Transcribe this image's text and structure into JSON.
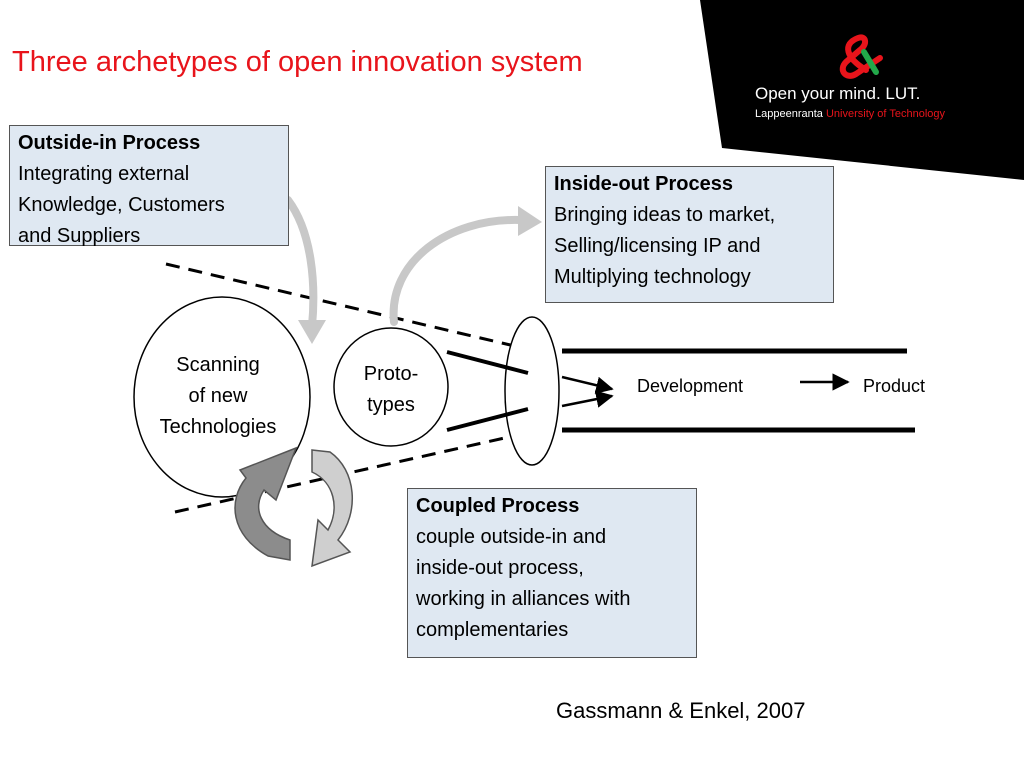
{
  "title": "Three archetypes of open innovation system",
  "brand": {
    "tagline": "Open your mind. LUT.",
    "city": "Lappeenranta",
    "university": "University of Technology",
    "logo_color": "#e8141b",
    "logo_accent": "#22a84a"
  },
  "outside_in": {
    "heading": "Outside-in Process",
    "lines": [
      "Integrating external",
      "Knowledge, Customers",
      "and Suppliers"
    ]
  },
  "inside_out": {
    "heading": "Inside-out Process",
    "lines": [
      "Bringing ideas to market,",
      "Selling/licensing IP and",
      "Multiplying technology"
    ]
  },
  "coupled": {
    "heading": "Coupled Process",
    "lines": [
      "couple outside-in and",
      "inside-out process,",
      "working in alliances with",
      "complementaries"
    ]
  },
  "scanning": {
    "lines": [
      "Scanning",
      "of new",
      "Technologies"
    ]
  },
  "prototypes": {
    "lines": [
      "Proto-",
      "types"
    ]
  },
  "development_label": "Development",
  "product_label": "Product",
  "citation": "Gassmann & Enkel, 2007",
  "colors": {
    "title": "#e8141b",
    "box_fill": "#dfe8f2",
    "arrow_gray": "#c8c8c8",
    "cycle_gray": "#8c8c8c"
  }
}
